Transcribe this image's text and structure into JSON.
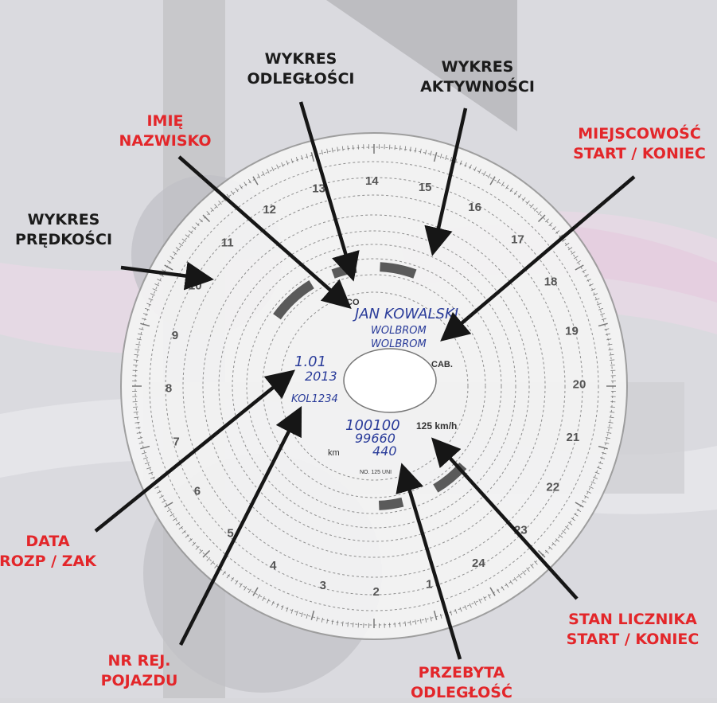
{
  "colors": {
    "background": "#d8d8dc",
    "label_black": "#1b1b1b",
    "label_red": "#e3262a",
    "ink": "#2a3c9a",
    "disc": "#f4f4f4"
  },
  "labels": {
    "distance_chart": [
      "WYKRES",
      "ODLEGŁOŚCI"
    ],
    "activity_chart": [
      "WYKRES",
      "AKTYWNOŚCI"
    ],
    "name": [
      "IMIĘ",
      "NAZWISKO"
    ],
    "location": [
      "MIEJSCOWOŚĆ",
      "START / KONIEC"
    ],
    "speed_chart": [
      "WYKRES",
      "PRĘDKOŚCI"
    ],
    "date": [
      "DATA",
      "ROZP / ZAK"
    ],
    "registration": [
      "NR REJ.",
      "POJAZDU"
    ],
    "odometer": [
      "STAN LICZNIKA",
      "START / KONIEC"
    ],
    "distance_driven": [
      "PRZEBYTA",
      "ODLEGŁOŚĆ"
    ]
  },
  "disc": {
    "brand": "HICO",
    "cab": "CAB.",
    "speed_max": "125 km/h",
    "km": "km",
    "model": "NO. 125 UNI",
    "hour_labels": [
      "1",
      "2",
      "3",
      "4",
      "5",
      "6",
      "7",
      "8",
      "9",
      "10",
      "11",
      "12",
      "13",
      "14",
      "15",
      "16",
      "17",
      "18",
      "19",
      "20",
      "21",
      "22",
      "23",
      "24"
    ],
    "handwriting": {
      "name": "JAN KOWALSKI",
      "start_place": "WOLBROM",
      "end_place": "WOLBROM",
      "date_day": "1.01",
      "date_year": "2013",
      "registration": "KOL1234",
      "odo_end": "100100",
      "odo_start": "99660",
      "distance": "440"
    }
  }
}
